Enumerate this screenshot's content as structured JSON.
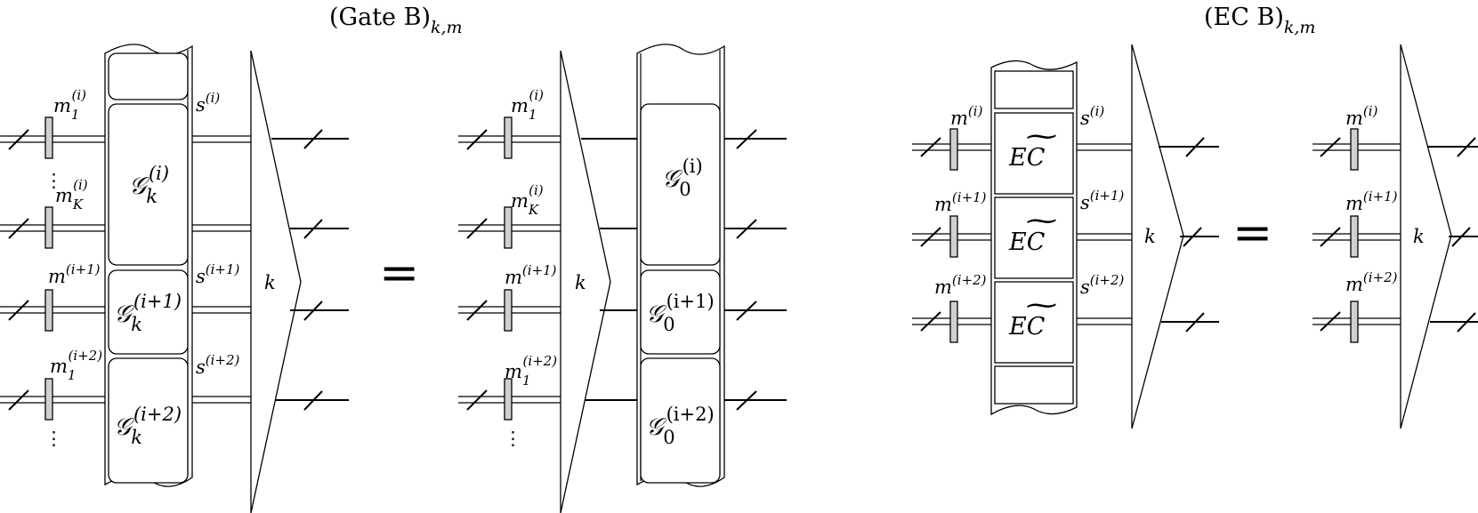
{
  "titles": {
    "gate_b": {
      "main": "(Gate B)",
      "sub": "k,m"
    },
    "ec_b": {
      "main": "(EC B)",
      "sub": "k,m"
    }
  },
  "labels": {
    "k": "k",
    "equals": "=",
    "ellipsis": "⋮",
    "G": "𝒢",
    "sub_k": "k",
    "sub_0": "0",
    "sup_i": "(i)",
    "sup_i1": "(i+1)",
    "sup_i2": "(i+2)",
    "m": "m",
    "s": "s",
    "m_sub_1": "1",
    "m_sub_K": "K",
    "EC": "EC",
    "tilde": "~"
  }
}
